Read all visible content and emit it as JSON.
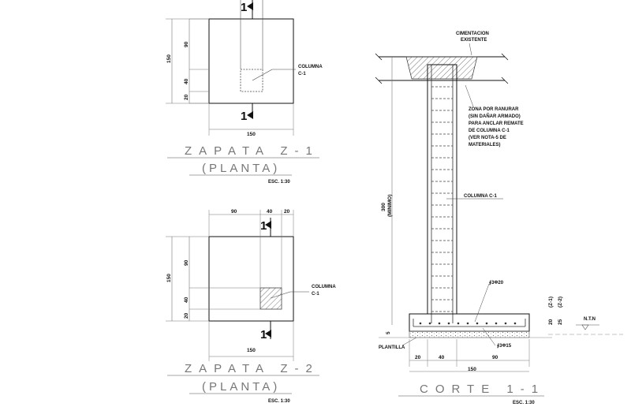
{
  "plan1": {
    "title": "ZAPATA  Z-1",
    "subtitle": "(PLANTA)",
    "scale": "ESC. 1:30",
    "column_label_1": "COLUMNA",
    "column_label_2": "C-1",
    "section_mark": "1",
    "dim_total_v": "150",
    "dim_a": "90",
    "dim_b": "40",
    "dim_c": "20",
    "dim_total_h": "150"
  },
  "plan2": {
    "title": "ZAPATA  Z-2",
    "subtitle": "(PLANTA)",
    "scale": "ESC. 1:30",
    "column_label_1": "COLUMNA",
    "column_label_2": "C-1",
    "section_mark": "1",
    "dim_total_v": "150",
    "dim_a": "90",
    "dim_b": "40",
    "dim_c": "20",
    "dim_top_a": "90",
    "dim_top_b": "40",
    "dim_top_c": "20",
    "dim_total_h": "150"
  },
  "section": {
    "title": "CORTE 1-1",
    "scale": "ESC. 1:30",
    "cimentacion_1": "CIMENTACION",
    "cimentacion_2": "EXISTENTE",
    "zona_1": "ZONA POR RANURAR",
    "zona_2": "(SIN DAÑAR ARMADO)",
    "zona_3": "PARA ANCLAR REMATE",
    "zona_4": "DE COLUMNA C-1",
    "zona_5": "(VER NOTA-5 DE",
    "zona_6": "MATERIALES)",
    "columna": "COLUMNA C-1",
    "height_1": "300",
    "height_2": "(MINIMO)",
    "rebar_top": "∮3Φ20",
    "rebar_bottom": "∮3Φ15",
    "plantilla": "PLANTILLA",
    "dim_5": "5",
    "dim_20": "20",
    "dim_40": "40",
    "dim_90": "90",
    "dim_150": "150",
    "z1": "(Z-1)",
    "z2": "(Z-2)",
    "z1_val": "20",
    "z2_val": "25",
    "ntn": "N.T.N"
  }
}
